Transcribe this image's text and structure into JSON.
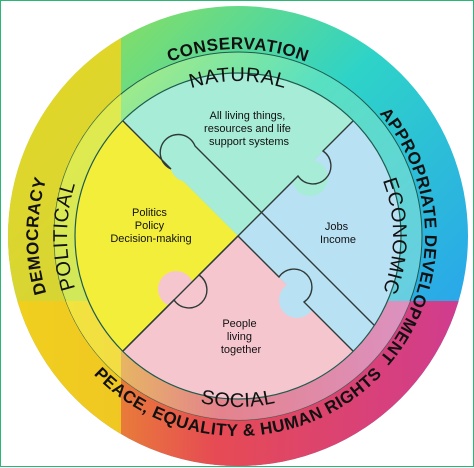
{
  "outer_ring": {
    "top": "CONSERVATION",
    "right": "APPROPRIATE DEVELOPMENT",
    "bottom": "PEACE, EQUALITY & HUMAN RIGHTS",
    "left": "DEMOCRACY"
  },
  "middle_ring": {
    "top": "NATURAL",
    "right": "ECONOMIC",
    "bottom": "SOCIAL",
    "left": "POLITICAL"
  },
  "quadrants": {
    "natural": [
      "All living things,",
      "resources and life",
      "support systems"
    ],
    "economic": [
      "Jobs",
      "Income"
    ],
    "social": [
      "People",
      "living",
      "together"
    ],
    "political": [
      "Politics",
      "Policy",
      "Decision-making"
    ]
  },
  "colors": {
    "outer_top": "#7ed957",
    "outer_right": "#2aa9e8",
    "outer_bottom": "#ef3b46",
    "outer_left": "#f6d21f",
    "natural_fill": "#a7ecd6",
    "economic_fill": "#b9e1f4",
    "social_fill": "#f6c6cf",
    "political_fill": "#f2ee3a",
    "divider": "#2f3b39"
  }
}
